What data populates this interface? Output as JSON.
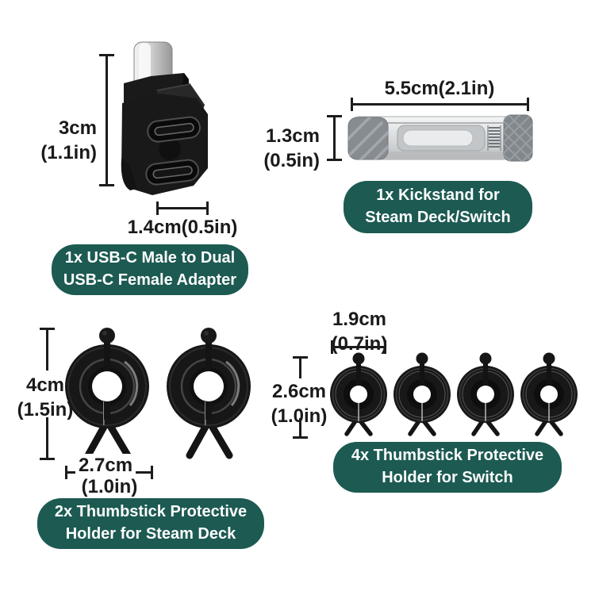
{
  "background": "#ffffff",
  "accent_color": "#1c5a52",
  "text_color": "#1a1a1a",
  "products": [
    {
      "label_line1": "1x USB-C Male to Dual",
      "label_line2": "USB-C Female Adapter",
      "height_cm": "3cm",
      "height_in": "(1.1in)",
      "width_full": "1.4cm(0.5in)"
    },
    {
      "label_line1": "1x Kickstand for",
      "label_line2": "Steam Deck/Switch",
      "width_full": "5.5cm(2.1in)",
      "height_cm": "1.3cm",
      "height_in": "(0.5in)"
    },
    {
      "label_line1": "2x Thumbstick Protective",
      "label_line2": "Holder for Steam Deck",
      "height_cm": "4cm",
      "height_in": "(1.5in)",
      "width_cm": "2.7cm",
      "width_in": "(1.0in)"
    },
    {
      "label_line1": "4x Thumbstick Protective",
      "label_line2": "Holder for Switch",
      "width_cm": "1.9cm",
      "width_in": "(0.7in)",
      "height_cm": "2.6cm",
      "height_in": "(1.0in)"
    }
  ]
}
